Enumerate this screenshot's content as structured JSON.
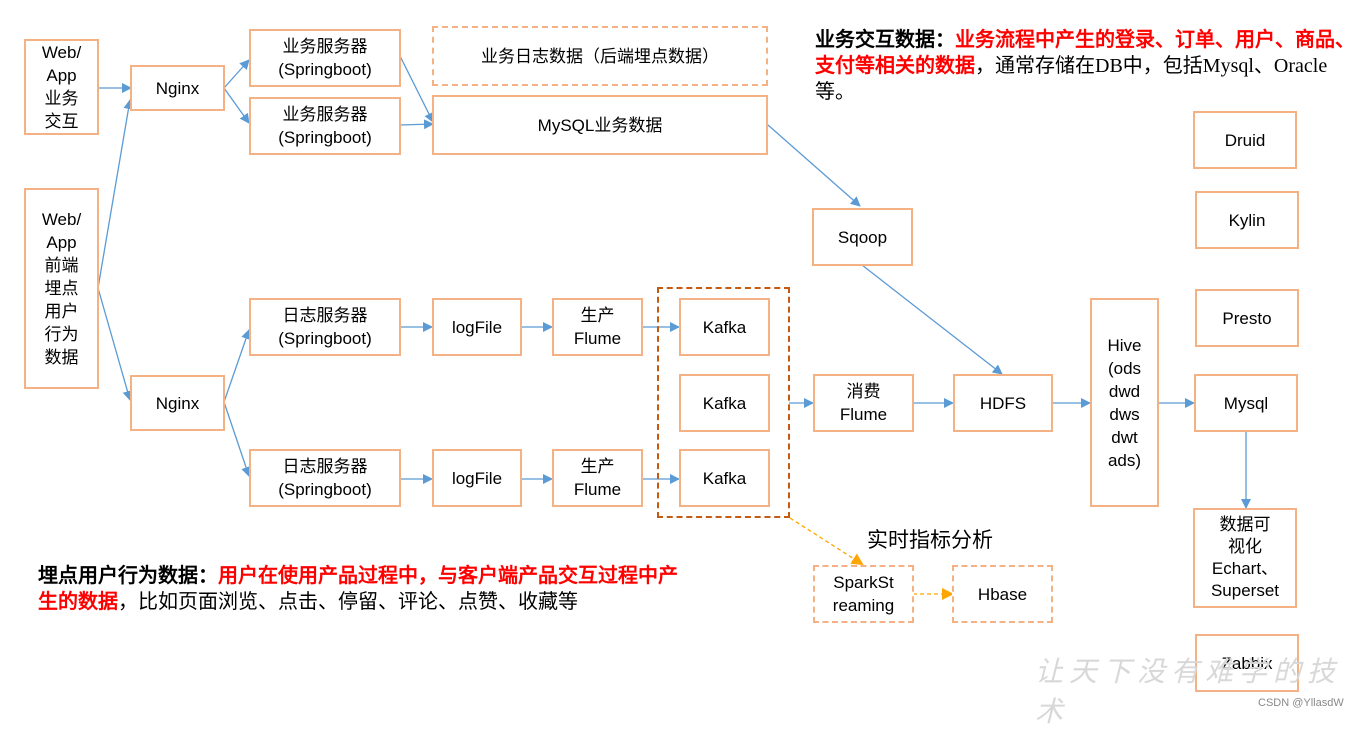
{
  "nodes": {
    "web_app_business": "Web/\nApp\n业务\n交互",
    "web_app_frontend": "Web/\nApp\n前端\n埋点\n用户\n行为\n数据",
    "nginx_top": "Nginx",
    "nginx_bottom": "Nginx",
    "biz_server_1": "业务服务器\n(Springboot)",
    "biz_server_2": "业务服务器\n(Springboot)",
    "biz_log_data": "业务日志数据（后端埋点数据）",
    "mysql_biz_data": "MySQL业务数据",
    "sqoop": "Sqoop",
    "log_server_1": "日志服务器\n(Springboot)",
    "log_server_2": "日志服务器\n(Springboot)",
    "logfile_1": "logFile",
    "logfile_2": "logFile",
    "producer_flume_1": "生产\nFlume",
    "producer_flume_2": "生产\nFlume",
    "kafka_1": "Kafka",
    "kafka_2": "Kafka",
    "kafka_3": "Kafka",
    "consumer_flume": "消费\nFlume",
    "hdfs": "HDFS",
    "hive": "Hive\n(ods\ndwd\ndws\ndwt\nads)",
    "druid": "Druid",
    "kylin": "Kylin",
    "presto": "Presto",
    "mysql": "Mysql",
    "visualization": "数据可\n视化\nEchart、\nSuperset",
    "zabbix": "Zabbix",
    "spark_streaming": "SparkSt\nreaming",
    "hbase": "Hbase"
  },
  "realtime_title": "实时指标分析",
  "notes": {
    "business": {
      "key": "业务交互数据：",
      "highlight": "业务流程中产生的登录、订单、用户、商品、支付等相关的数据",
      "rest": "，通常存储在DB中，包括Mysql、Oracle等。"
    },
    "tracking": {
      "key": "埋点用户行为数据：",
      "highlight": "用户在使用产品过程中，与客户端产品交互过程中产生的数据",
      "rest": "，比如页面浏览、点击、停留、评论、点赞、收藏等"
    }
  },
  "watermark": "让天下没有难学的技术",
  "credit": "CSDN @YllasdW",
  "colors": {
    "box_border": "#f4b183",
    "group_border": "#c55a11",
    "arrow": "#5b9bd5",
    "realtime_arrow": "#ffa500",
    "highlight_text": "#ff0000"
  }
}
